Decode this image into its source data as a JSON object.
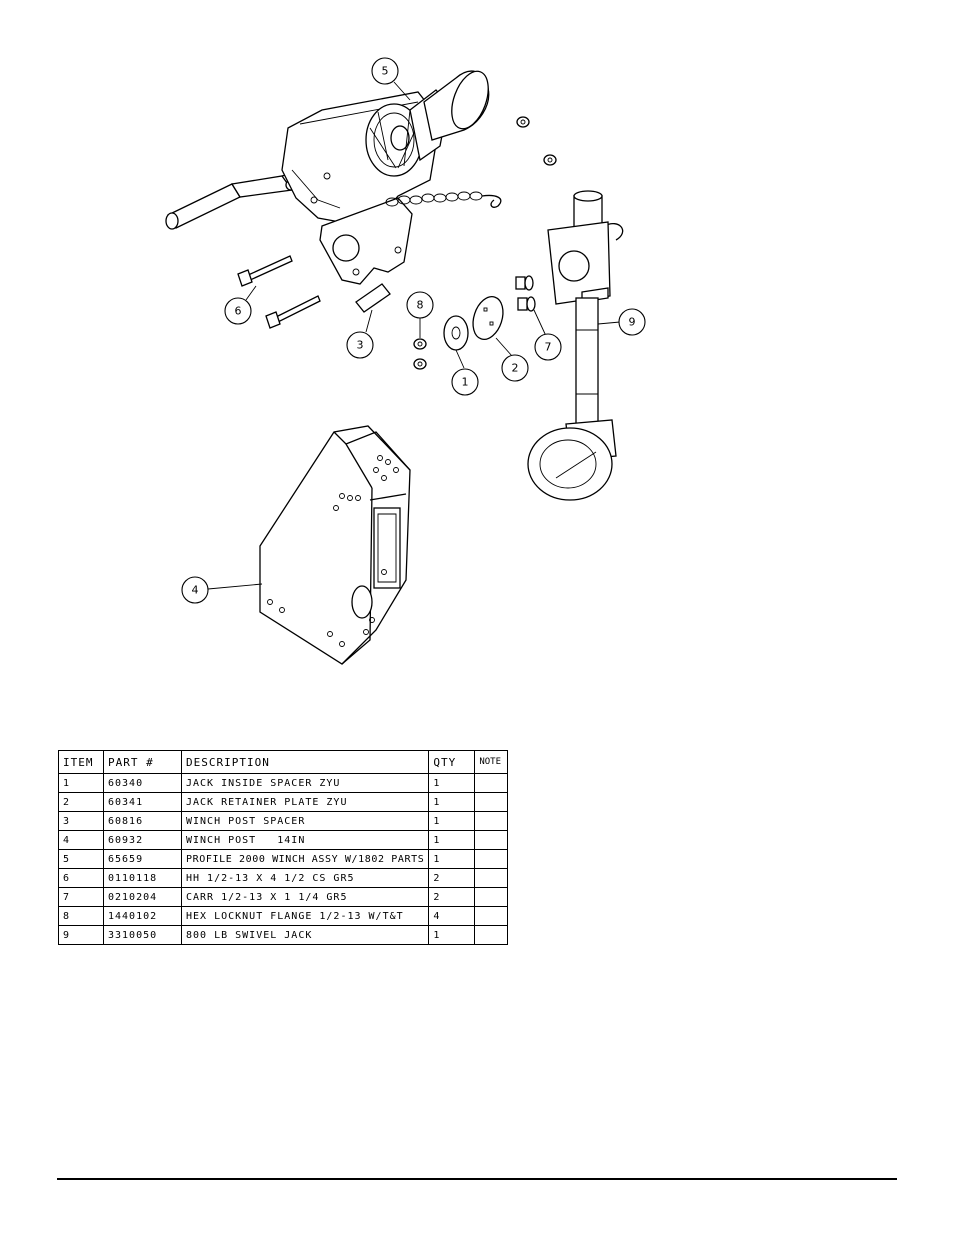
{
  "callouts": {
    "c1": "1",
    "c2": "2",
    "c3": "3",
    "c4": "4",
    "c5": "5",
    "c6": "6",
    "c7": "7",
    "c8": "8",
    "c9": "9"
  },
  "table": {
    "headers": {
      "item": "ITEM",
      "part": "PART #",
      "description": "DESCRIPTION",
      "qty": "QTY",
      "note": "NOTE"
    },
    "rows": [
      {
        "item": "1",
        "part": "60340",
        "description": "JACK INSIDE SPACER ZYU",
        "qty": "1",
        "note": ""
      },
      {
        "item": "2",
        "part": "60341",
        "description": "JACK RETAINER PLATE ZYU",
        "qty": "1",
        "note": ""
      },
      {
        "item": "3",
        "part": "60816",
        "description": "WINCH POST SPACER",
        "qty": "1",
        "note": ""
      },
      {
        "item": "4",
        "part": "60932",
        "description": "WINCH POST   14IN",
        "qty": "1",
        "note": ""
      },
      {
        "item": "5",
        "part": "65659",
        "description": "PROFILE 2000 WINCH ASSY W/1802 PARTS",
        "qty": "1",
        "note": ""
      },
      {
        "item": "6",
        "part": "0110118",
        "description": "HH 1/2-13 X 4 1/2 CS GR5",
        "qty": "2",
        "note": ""
      },
      {
        "item": "7",
        "part": "0210204",
        "description": "CARR 1/2-13 X 1 1/4 GR5",
        "qty": "2",
        "note": ""
      },
      {
        "item": "8",
        "part": "1440102",
        "description": "HEX LOCKNUT FLANGE 1/2-13 W/T&T",
        "qty": "4",
        "note": ""
      },
      {
        "item": "9",
        "part": "3310050",
        "description": "800 LB SWIVEL JACK",
        "qty": "1",
        "note": ""
      }
    ]
  }
}
